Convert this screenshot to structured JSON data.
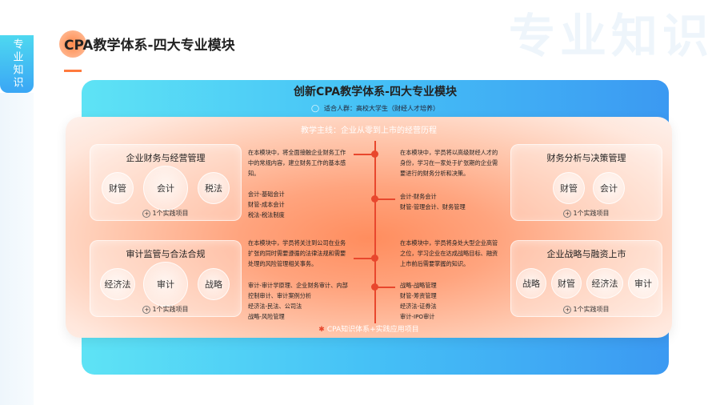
{
  "side_tab": {
    "label": "专业知识"
  },
  "watermark": "专业知识",
  "page_title": "CPA教学体系-四大专业模块",
  "card": {
    "title": "创新CPA教学体系-四大专业模块",
    "audience": "适合人群：高校大学生（财经人才培养）",
    "main_line": "教学主线：企业从零到上市的经营历程",
    "footer": "CPA知识体系+实践应用项目"
  },
  "modules": {
    "finance": {
      "title": "企业财务与经营管理",
      "pills": [
        "财管",
        "会计",
        "税法"
      ],
      "project": "1个实践项目",
      "desc": [
        "在本模块中，将全面接触企业财务工作",
        "中的常规内容，建立财务工作的基本感",
        "知。"
      ],
      "topics": [
        "会计-基础会计",
        "财管-成本会计",
        "税法-税法制度"
      ]
    },
    "audit": {
      "title": "审计监管与合法合规",
      "pills": [
        "经济法",
        "审计",
        "战略"
      ],
      "project": "1个实践项目",
      "desc": [
        "在本模块中，学员将关注到公司在业务",
        "扩张的同时需要遵循的法律法规和需要",
        "处理的风险管理相关事务。"
      ],
      "topics": [
        "审计-审计学原理、企业财务审计、内部",
        "控制审计、审计案例分析",
        "经济法-民法、公司法",
        "战略-风险管理"
      ]
    },
    "analysis": {
      "title": "财务分析与决策管理",
      "pills": [
        "财管",
        "会计"
      ],
      "project": "1个实践项目",
      "desc": [
        "在本模块中，学员将以高级财经人才的",
        "身份，学习在一家处于扩张期的企业需",
        "要进行的财务分析和决策。"
      ],
      "topics": [
        "会计-财务会计",
        "财管-管理会计、财务管理"
      ]
    },
    "strategy": {
      "title": "企业战略与融资上市",
      "pills": [
        "战略",
        "财管",
        "经济法",
        "审计"
      ],
      "project": "1个实践项目",
      "desc": [
        "在本模块中，学员将身处大型企业高管",
        "之位，学习企业在达成战略目标、融资",
        "上市前后需要掌握的知识。"
      ],
      "topics": [
        "战略-战略管理",
        "财管-筹资管理",
        "经济法-证券法",
        "审计-IPO审计"
      ]
    }
  }
}
